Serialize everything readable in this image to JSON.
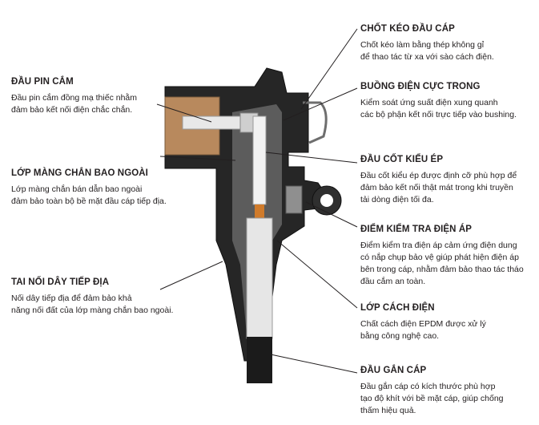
{
  "left": [
    {
      "title": "ĐẦU PIN CẮM",
      "desc": [
        "Đầu pin cắm đồng mạ thiếc nhằm",
        "đảm bảo kết nối điện chắc chắn."
      ]
    },
    {
      "title": "LỚP MÀNG CHẮN BAO NGOÀI",
      "desc": [
        "Lớp màng chắn bán dẫn bao ngoài",
        "đảm bảo toàn bộ bề mặt đầu cáp tiếp địa."
      ]
    },
    {
      "title": "TAI NỐI DÂY TIẾP ĐỊA",
      "desc": [
        "Nối dây tiếp địa để đảm bảo khả",
        "năng nối đất của lớp màng chắn bao ngoài."
      ]
    }
  ],
  "right": [
    {
      "title": "CHỐT KÉO ĐẦU CÁP",
      "desc": [
        "Chốt kéo làm bằng thép không gỉ",
        "để thao tác từ xa với sào cách điện."
      ]
    },
    {
      "title": "BUỒNG ĐIỆN CỰC TRONG",
      "desc": [
        "Kiểm soát ứng suất điện xung quanh",
        "các bộ phận kết nối trực tiếp vào bushing."
      ]
    },
    {
      "title": "ĐẦU CỐT KIỂU ÉP",
      "desc": [
        "Đầu cốt kiểu ép được định cỡ phù hợp để",
        "đảm bảo kết nối thật mát trong khi truyền",
        "tải dòng điện tối đa."
      ]
    },
    {
      "title": "ĐIỂM KIỂM TRA ĐIỆN ÁP",
      "desc": [
        "Điểm kiểm tra điện áp cảm ứng điện dung",
        "có nắp chụp bảo vệ giúp phát hiện điện áp",
        "bên trong cáp, nhằm đảm bảo thao tác tháo",
        "đầu cắm an toàn."
      ]
    },
    {
      "title": "LỚP CÁCH ĐIỆN",
      "desc": [
        "Chất cách điện EPDM được xử lý",
        "bằng công nghệ cao."
      ]
    },
    {
      "title": "ĐẦU GẮN CÁP",
      "desc": [
        "Đầu gắn cáp có kích thước phù hợp",
        "tạo độ khít với bề mặt cáp, giúp chống",
        "thấm hiệu quả."
      ]
    }
  ]
}
